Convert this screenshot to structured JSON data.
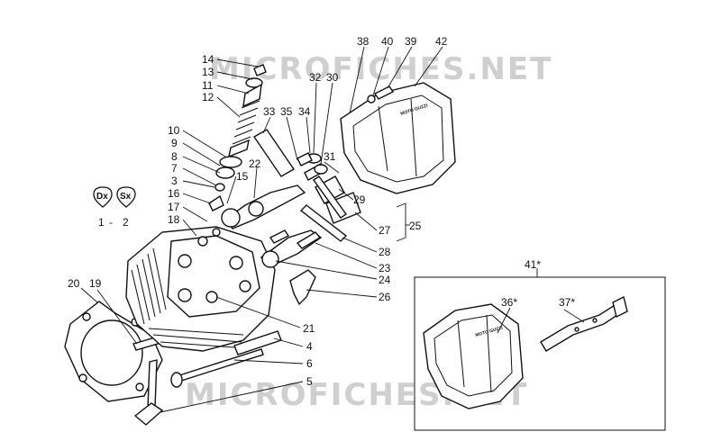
{
  "watermark": "MICROFICHES.NET",
  "brand_label": "MOTO GUZZI",
  "side_badges": [
    {
      "text": "Dx",
      "caption": "1"
    },
    {
      "text": "Sx",
      "caption": "2"
    }
  ],
  "badge_separator": "-",
  "callouts": {
    "c14": "14",
    "c13": "13",
    "c11": "11",
    "c12": "12",
    "c10": "10",
    "c9": "9",
    "c8": "8",
    "c7": "7",
    "c3": "3",
    "c16": "16",
    "c17": "17",
    "c18": "18",
    "c15": "15",
    "c22": "22",
    "c33": "33",
    "c35": "35",
    "c34": "34",
    "c32": "32",
    "c30": "30",
    "c38": "38",
    "c40": "40",
    "c39": "39",
    "c42": "42",
    "c31": "31",
    "c29": "29",
    "c27": "27",
    "c25": "25",
    "c28": "28",
    "c23": "23",
    "c24": "24",
    "c26": "26",
    "c21": "21",
    "c20": "20",
    "c19": "19",
    "c4": "4",
    "c6": "6",
    "c5": "5",
    "c41": "41*",
    "c36": "36*",
    "c37": "37*"
  }
}
